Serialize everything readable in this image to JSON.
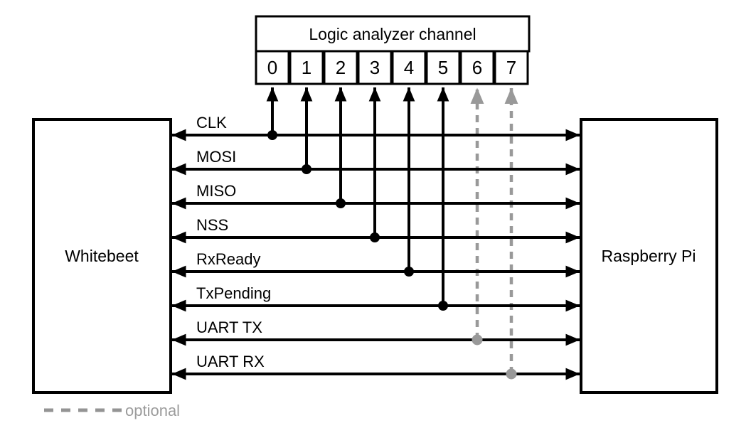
{
  "analyzer": {
    "title": "Logic analyzer channel",
    "channels": [
      "0",
      "1",
      "2",
      "3",
      "4",
      "5",
      "6",
      "7"
    ]
  },
  "devices": {
    "left": "Whitebeet",
    "right": "Raspberry Pi"
  },
  "signals": [
    {
      "label": "CLK",
      "channel": "0",
      "optional": false
    },
    {
      "label": "MOSI",
      "channel": "1",
      "optional": false
    },
    {
      "label": "MISO",
      "channel": "2",
      "optional": false
    },
    {
      "label": "NSS",
      "channel": "3",
      "optional": false
    },
    {
      "label": "RxReady",
      "channel": "4",
      "optional": false
    },
    {
      "label": "TxPending",
      "channel": "5",
      "optional": false
    },
    {
      "label": "UART TX",
      "channel": "6",
      "optional": true
    },
    {
      "label": "UART RX",
      "channel": "7",
      "optional": true
    }
  ],
  "legend": {
    "optional_label": "optional"
  },
  "colors": {
    "line": "#000000",
    "optional_gray": "#999999",
    "background": "#ffffff"
  }
}
